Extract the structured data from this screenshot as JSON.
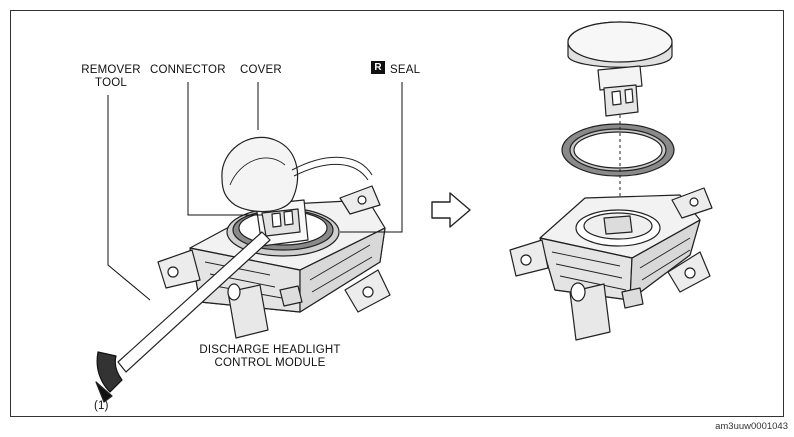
{
  "labels": {
    "remover_tool_line1": "REMOVER",
    "remover_tool_line2": "TOOL",
    "connector": "CONNECTOR",
    "cover": "COVER",
    "replace_badge": "R",
    "seal": "SEAL",
    "module_line1": "DISCHARGE HEADLIGHT",
    "module_line2": "CONTROL MODULE",
    "step_number": "(1)"
  },
  "figure_code": "am3uuw0001043",
  "icons": {
    "arrow": "right-arrow-icon"
  }
}
